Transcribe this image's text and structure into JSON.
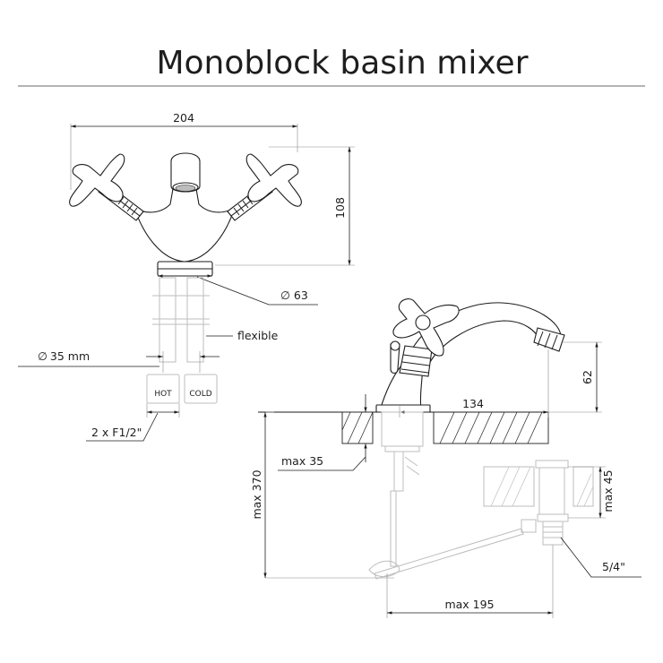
{
  "title": "Monoblock basin mixer",
  "dimensions": {
    "width_total": "204",
    "height_total": "108",
    "base_diameter": "63",
    "hole_diameter": "35 mm",
    "spout_height": "62",
    "spout_reach": "134",
    "max_deck": "max 35",
    "max_length": "max 370",
    "waste_thickness": "max 45",
    "waste_reach": "max 195",
    "waste_thread": "5/4\"",
    "connections": "2 x F1/2\""
  },
  "labels": {
    "flexible": "flexible",
    "hot": "HOT",
    "cold": "COLD",
    "diameter_symbol": "∅"
  }
}
